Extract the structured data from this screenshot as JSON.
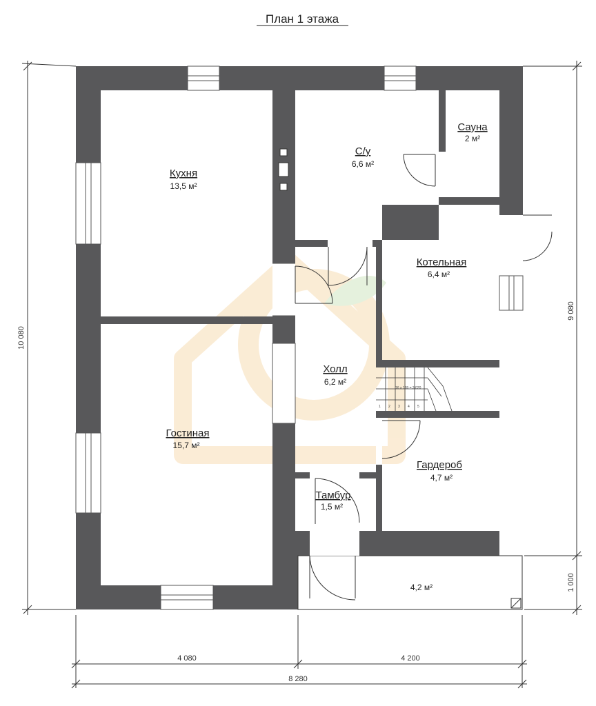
{
  "title": "План 1 этажа",
  "rooms": [
    {
      "id": "kitchen",
      "name": "Кухня",
      "area": "13,5 м²"
    },
    {
      "id": "bathroom",
      "name": "С/у",
      "area": "6,6 м²"
    },
    {
      "id": "sauna",
      "name": "Сауна",
      "area": "2 м²"
    },
    {
      "id": "boiler",
      "name": "Котельная",
      "area": "6,4 м²"
    },
    {
      "id": "hall",
      "name": "Холл",
      "area": "6,2 м²"
    },
    {
      "id": "living",
      "name": "Гостиная",
      "area": "15,7 м²"
    },
    {
      "id": "wardrobe",
      "name": "Гардероб",
      "area": "4,7 м²"
    },
    {
      "id": "vestibule",
      "name": "Тамбур",
      "area": "1,5 м²"
    },
    {
      "id": "porch",
      "name": "",
      "area": "4,2 м²"
    }
  ],
  "stair_label": "16 x 189 = 3 020",
  "stair_steps": [
    "1",
    "2",
    "3",
    "4",
    "5"
  ],
  "dimensions": {
    "left_total": "10 080",
    "right_upper": "9 080",
    "right_lower": "1 000",
    "bottom_left": "4 080",
    "bottom_right": "4 200",
    "bottom_total": "8 280"
  },
  "colors": {
    "wall": "#58585a",
    "line": "#333333",
    "watermark": "#f3c98a"
  }
}
